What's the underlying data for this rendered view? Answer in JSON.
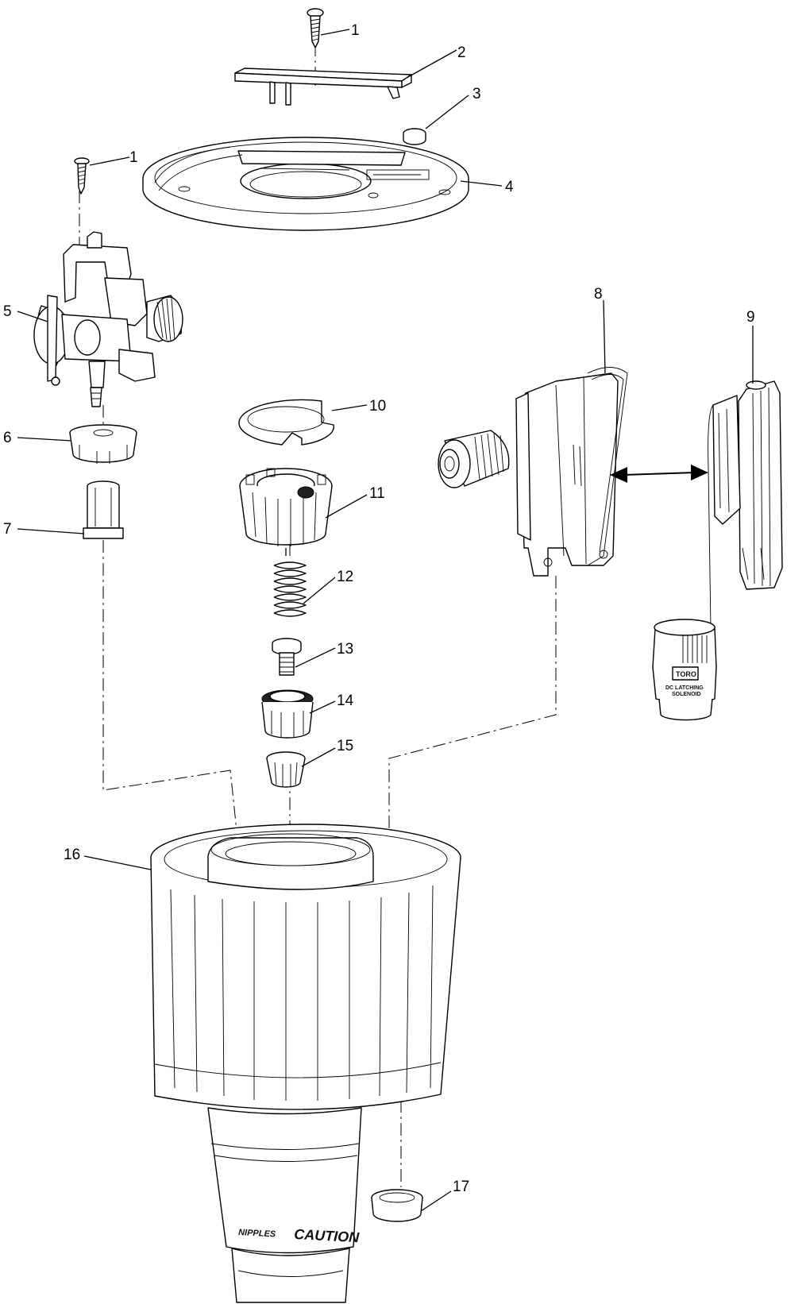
{
  "callouts": {
    "c1a": "1",
    "c1b": "1",
    "c2": "2",
    "c3": "3",
    "c4": "4",
    "c5": "5",
    "c6": "6",
    "c7": "7",
    "c8": "8",
    "c9": "9",
    "c10": "10",
    "c11": "11",
    "c12": "12",
    "c13": "13",
    "c14": "14",
    "c15": "15",
    "c16": "16",
    "c17": "17"
  },
  "labels": {
    "brand": "TORO",
    "solenoid_line1": "DC LATCHING",
    "solenoid_line2": "SOLENOID",
    "caution": "CAUTION",
    "nipples": "NIPPLES"
  }
}
